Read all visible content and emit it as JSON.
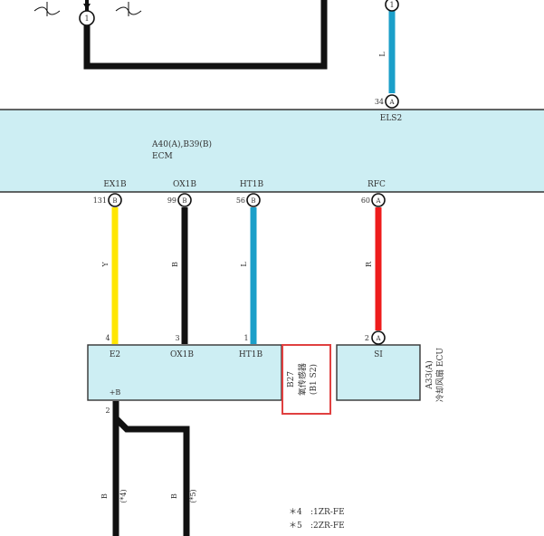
{
  "colors": {
    "panel": "#cdeef3",
    "panel_stroke": "#333333",
    "black": "#111111",
    "yellow": "#ffe600",
    "blue": "#1b9fc9",
    "red": "#ee1c1c",
    "highlight": "#e04040"
  },
  "top": {
    "connector_left": {
      "pin": "1"
    },
    "connector_right": {
      "pin": "1"
    },
    "wire_right_color": "L"
  },
  "ecm": {
    "part_label": "A40(A),B39(B)",
    "name": "ECM",
    "top_pin_number": "34",
    "top_pin_conn": "A",
    "top_pin_name": "ELS2",
    "pins": [
      {
        "name": "EX1B",
        "number": "131",
        "conn": "B"
      },
      {
        "name": "OX1B",
        "number": "99",
        "conn": "B"
      },
      {
        "name": "HT1B",
        "number": "56",
        "conn": "B"
      },
      {
        "name": "RFC",
        "number": "60",
        "conn": "A"
      }
    ]
  },
  "wires": [
    {
      "color_code": "Y",
      "color": "#ffe600"
    },
    {
      "color_code": "B",
      "color": "#111111"
    },
    {
      "color_code": "L",
      "color": "#1b9fc9"
    },
    {
      "color_code": "R",
      "color": "#ee1c1c"
    }
  ],
  "sensor": {
    "pins": [
      {
        "number": "4",
        "name": "E2"
      },
      {
        "number": "3",
        "name": "OX1B"
      },
      {
        "number": "1",
        "name": "HT1B"
      }
    ],
    "bottom_pin_name": "+B",
    "bottom_pin_number": "2",
    "label_line1": "B27",
    "label_line2": "氧传感器",
    "label_line3": "(B1 S2)"
  },
  "fan_ecu": {
    "pin_number": "2",
    "pin_conn": "A",
    "pin_name": "SI",
    "label_line1": "A33(A)",
    "label_line2": "冷却风扇 ECU"
  },
  "bottom_wires": [
    {
      "color_code": "B",
      "note": "(*4)"
    },
    {
      "color_code": "B",
      "note": "(*5)"
    }
  ],
  "legend": [
    {
      "mark": "＊4",
      "text": ":1ZR-FE"
    },
    {
      "mark": "＊5",
      "text": ":2ZR-FE"
    }
  ]
}
